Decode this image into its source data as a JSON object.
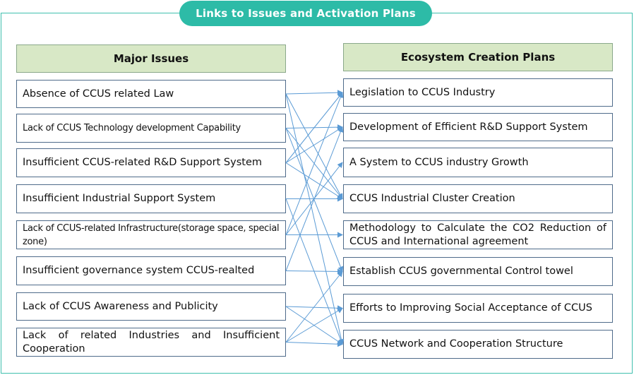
{
  "title": "Links to Issues and Activation Plans",
  "left_header": "Major Issues",
  "right_header": "Ecosystem Creation Plans",
  "issues": [
    "Absence of CCUS related Law",
    "Lack of CCUS Technology development Capability",
    "Insufficient CCUS-related R&D Support System",
    "Insufficient Industrial Support System",
    "Lack of CCUS-related Infrastructure(storage space, special zone)",
    "Insufficient governance system CCUS-realted",
    "Lack of CCUS Awareness and Publicity",
    "Lack of related Industries and Insufficient Cooperation"
  ],
  "plans": [
    "Legislation to CCUS Industry",
    "Development of Efficient R&D Support System",
    "A System to CCUS industry Growth",
    "CCUS Industrial Cluster Creation",
    "Methodology to Calculate the CO2 Reduction of CCUS and International agreement",
    "Establish CCUS governmental Control towel",
    "Efforts to Improving Social Acceptance of CCUS",
    "CCUS Network and Cooperation Structure"
  ],
  "links": [
    [
      0,
      0
    ],
    [
      0,
      3
    ],
    [
      0,
      7
    ],
    [
      1,
      1
    ],
    [
      1,
      3
    ],
    [
      1,
      5
    ],
    [
      2,
      0
    ],
    [
      2,
      1
    ],
    [
      2,
      3
    ],
    [
      3,
      3
    ],
    [
      3,
      7
    ],
    [
      4,
      0
    ],
    [
      4,
      4
    ],
    [
      4,
      2
    ],
    [
      5,
      1
    ],
    [
      5,
      5
    ],
    [
      6,
      6
    ],
    [
      6,
      7
    ],
    [
      7,
      5
    ],
    [
      7,
      6
    ],
    [
      7,
      7
    ]
  ],
  "colors": {
    "accent": "#2dbba7",
    "header_fill": "#d8e8c6",
    "arrow": "#5b9bd5",
    "box_border": "#4f6b8a"
  }
}
